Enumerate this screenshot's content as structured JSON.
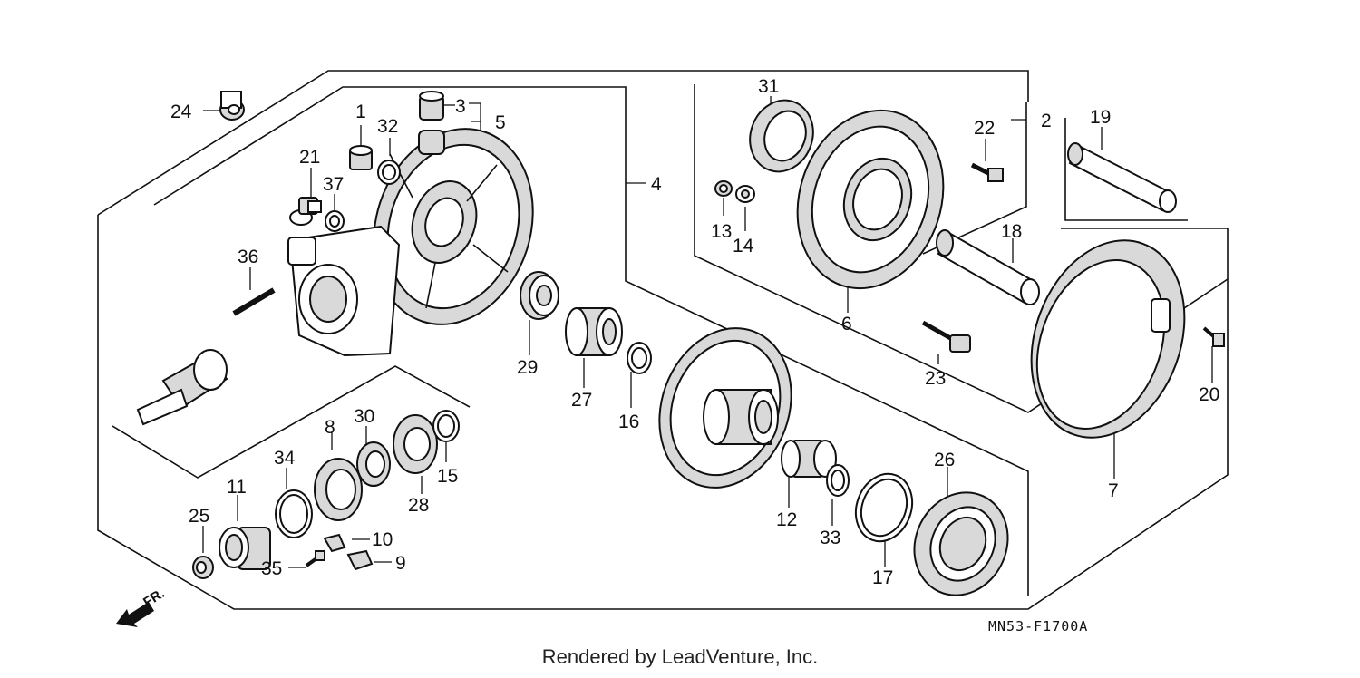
{
  "callouts": {
    "p1": "1",
    "p2": "2",
    "p3": "3",
    "p4": "4",
    "p5": "5",
    "p6": "6",
    "p7": "7",
    "p8": "8",
    "p9": "9",
    "p10": "10",
    "p11": "11",
    "p12": "12",
    "p13": "13",
    "p14": "14",
    "p15": "15",
    "p16": "16",
    "p17": "17",
    "p18": "18",
    "p19": "19",
    "p20": "20",
    "p21": "21",
    "p22": "22",
    "p23": "23",
    "p24": "24",
    "p25": "25",
    "p26": "26",
    "p27": "27",
    "p28": "28",
    "p29": "29",
    "p30": "30",
    "p31": "31",
    "p32": "32",
    "p33": "33",
    "p34": "34",
    "p35": "35",
    "p36": "36",
    "p37": "37"
  },
  "direction_label": "FR.",
  "diagram_code": "MN53-F1700A",
  "footer": "Rendered by LeadVenture, Inc."
}
